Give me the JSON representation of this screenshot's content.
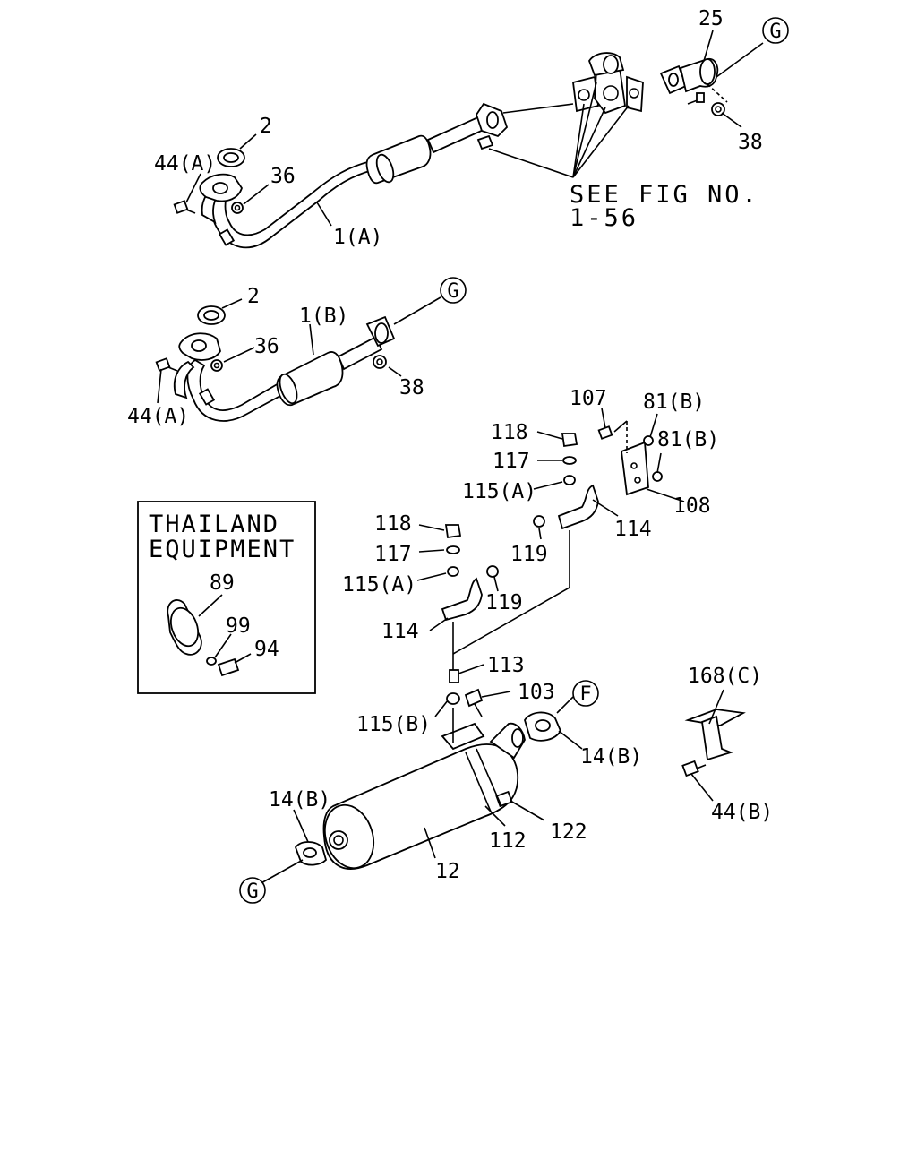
{
  "figure": {
    "see_fig_note": [
      "SEE FIG NO.",
      "1-56"
    ],
    "inset_title": [
      "THAILAND",
      "EQUIPMENT"
    ],
    "callouts": {
      "p25": "25",
      "g_top": "G",
      "p2_top": "2",
      "p44a_top": "44(A)",
      "p36_top": "36",
      "p1a": "1(A)",
      "p38_top": "38",
      "p2_mid": "2",
      "p1b": "1(B)",
      "g_mid": "G",
      "p36_mid": "36",
      "p38_mid": "38",
      "p44a_mid": "44(A)",
      "p107": "107",
      "p81b_1": "81(B)",
      "p81b_2": "81(B)",
      "p118_a": "118",
      "p117_a": "117",
      "p115a_a": "115(A)",
      "p108": "108",
      "p114_a": "114",
      "p119_a": "119",
      "p118_b": "118",
      "p117_b": "117",
      "p115a_b": "115(A)",
      "p119_b": "119",
      "p114_b": "114",
      "p89": "89",
      "p99": "99",
      "p94": "94",
      "p113": "113",
      "p103": "103",
      "f_circle": "F",
      "p115b": "115(B)",
      "p14b_right": "14(B)",
      "p168c": "168(C)",
      "p14b_left": "14(B)",
      "p122": "122",
      "p112": "112",
      "p12": "12",
      "g_bottom": "G",
      "p44b": "44(B)"
    }
  }
}
